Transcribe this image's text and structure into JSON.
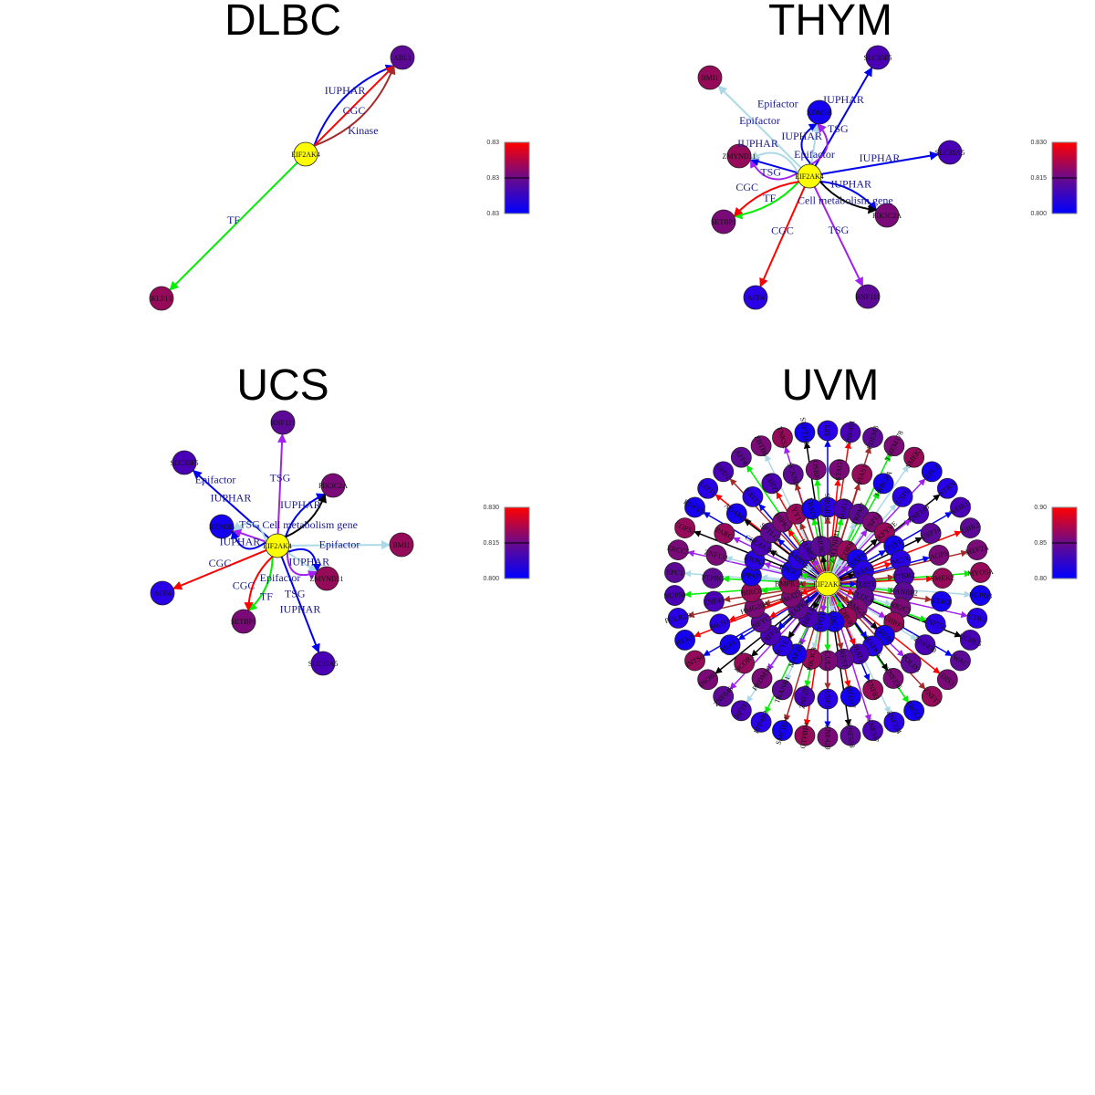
{
  "edge_colors": {
    "IUPHAR": "#0000ee",
    "CGC": "#ff0000",
    "Kinase": "#a52a2a",
    "TF": "#00ee00",
    "Epifactor": "#add8e6",
    "TSG": "#a020f0",
    "Cell metabolism gene": "#000000"
  },
  "center_color": "#ffff00",
  "palette": [
    "#2a00e6",
    "#4a00b4",
    "#5c0a96",
    "#7a0a78",
    "#960a5a",
    "#1600f0"
  ],
  "panels": [
    {
      "title": "DLBC",
      "center": "EIF2AK4",
      "colorbar": {
        "ticks": [
          "0.83",
          "0.83",
          "0.83"
        ]
      },
      "nodes": [
        {
          "name": "ABL1",
          "c": 2,
          "edges": [
            "IUPHAR",
            "CGC",
            "Kinase"
          ]
        },
        {
          "name": "KLF13",
          "c": 4,
          "edges": [
            "TF"
          ]
        }
      ]
    },
    {
      "title": "THYM",
      "center": "EIF2AK4",
      "colorbar": {
        "ticks": [
          "0.830",
          "0.815",
          "0.800"
        ]
      },
      "nodes": [
        {
          "name": "BMI1",
          "c": 4,
          "edges": [
            "Epifactor"
          ]
        },
        {
          "name": "SLC35F5",
          "c": 1,
          "edges": [
            "IUPHAR"
          ]
        },
        {
          "name": "KDM3B",
          "c": 5,
          "edges": [
            "IUPHAR",
            "Epifactor",
            "TSG"
          ]
        },
        {
          "name": "ZMYND11",
          "c": 4,
          "edges": [
            "TSG",
            "IUPHAR",
            "Epifactor"
          ]
        },
        {
          "name": "SLC35A5",
          "c": 1,
          "edges": [
            "IUPHAR"
          ]
        },
        {
          "name": "PIK3C2A",
          "c": 3,
          "edges": [
            "IUPHAR",
            "Cell metabolism gene"
          ]
        },
        {
          "name": "SETBP1",
          "c": 3,
          "edges": [
            "TF",
            "CGC"
          ]
        },
        {
          "name": "AFF4",
          "c": 0,
          "edges": [
            "CGC"
          ]
        },
        {
          "name": "RNF111",
          "c": 2,
          "edges": [
            "TSG"
          ]
        }
      ]
    },
    {
      "title": "UCS",
      "center": "EIF2AK4",
      "colorbar": {
        "ticks": [
          "0.830",
          "0.815",
          "0.800"
        ]
      },
      "nodes": [
        {
          "name": "RNF111",
          "c": 2,
          "edges": [
            "TSG"
          ]
        },
        {
          "name": "SLC35F5",
          "c": 1,
          "edges": [
            "IUPHAR"
          ]
        },
        {
          "name": "PIK3C2A",
          "c": 3,
          "edges": [
            "IUPHAR",
            "Cell metabolism gene"
          ]
        },
        {
          "name": "KDM3B",
          "c": 5,
          "edges": [
            "IUPHAR",
            "TSG",
            "Epifactor"
          ]
        },
        {
          "name": "BMI1",
          "c": 4,
          "edges": [
            "Epifactor"
          ]
        },
        {
          "name": "ZMYND11",
          "c": 4,
          "edges": [
            "IUPHAR",
            "Epifactor",
            "TSG"
          ]
        },
        {
          "name": "AFF4",
          "c": 0,
          "edges": [
            "CGC"
          ]
        },
        {
          "name": "SETBP1",
          "c": 3,
          "edges": [
            "TF",
            "CGC"
          ]
        },
        {
          "name": "SLC35A5",
          "c": 1,
          "edges": [
            "IUPHAR"
          ]
        }
      ]
    },
    {
      "title": "UVM",
      "center": "EIF2AK4",
      "colorbar": {
        "ticks": [
          "0.90",
          "0.85",
          "0.80"
        ]
      },
      "rings": [
        [
          "SP3",
          "ZNF451",
          "EDEM3",
          "TMEM178",
          "SMEK1",
          "EPC2",
          "STRN",
          "WDR11",
          "UBR2",
          "MEF2A",
          "MYO5A",
          "RGPD3",
          "CTR9",
          "UCHL5",
          "WAC",
          "DIS3",
          "ZNF17",
          "ERCC6",
          "ZNF234",
          "ZNF347",
          "ZNF558",
          "ZNF420",
          "GTPBP4",
          "SMCHD1",
          "PPP4R2",
          "BPTF",
          "ZNF846",
          "INO80",
          "INTS6",
          "RFX7",
          "POLR2B",
          "NUP50",
          "EPC1",
          "ERCC5",
          "COPS2",
          "RNF111",
          "LEO1",
          "GPD2",
          "AFF4",
          "ZBTB6",
          "TNKS2",
          "SUPT16H"
        ],
        [
          "STAG1",
          "PIAS1",
          "LRRC8A",
          "USP8",
          "ZNF148",
          "USP14",
          "AGPS",
          "SMEK2",
          "ELK3",
          "ZNF791",
          "ZNF430",
          "POLD3",
          "ZNF236",
          "ZNF83",
          "MED17",
          "USP3",
          "ZNF281",
          "TRANK1",
          "PRDM10",
          "NCOR1",
          "NUPL1",
          "MLH1",
          "ZNF41",
          "PTPRG",
          "ZNF131",
          "PARG",
          "ADAM17",
          "KRIT1",
          "CHD9",
          "SCAND",
          "OSBP"
        ],
        [
          "TOPORS",
          "SUZ12",
          "TRPM7",
          "USP12",
          "PIKFYVE",
          "TTF1",
          "MGA",
          "TTBK2",
          "RANBP2",
          "NR2C1",
          "UHRF2",
          "CREB1",
          "MAPK6",
          "HAT1",
          "REST",
          "CUL2",
          "PIK3C3",
          "MAP3K7",
          "SCYL2",
          "ATF2",
          "NFYC",
          "HMG20A",
          "BIRC6",
          "PPAT",
          "RIOK1",
          "COL4A3BP",
          "SPTLC1",
          "HIPK3",
          "YY1",
          "FBXO3"
        ],
        [
          "ZMYND11",
          "CDK8",
          "YAP1",
          "PPARA",
          "IL6ST",
          "CLOCK",
          "SMG1",
          "CHUK",
          "CDC73",
          "XPO1",
          "HIF1A",
          "MAPK8",
          "SMAD2",
          "BMPR1A",
          "PIK3CA",
          "ARID2",
          "KDM5A",
          "RIOK3"
        ]
      ]
    }
  ]
}
